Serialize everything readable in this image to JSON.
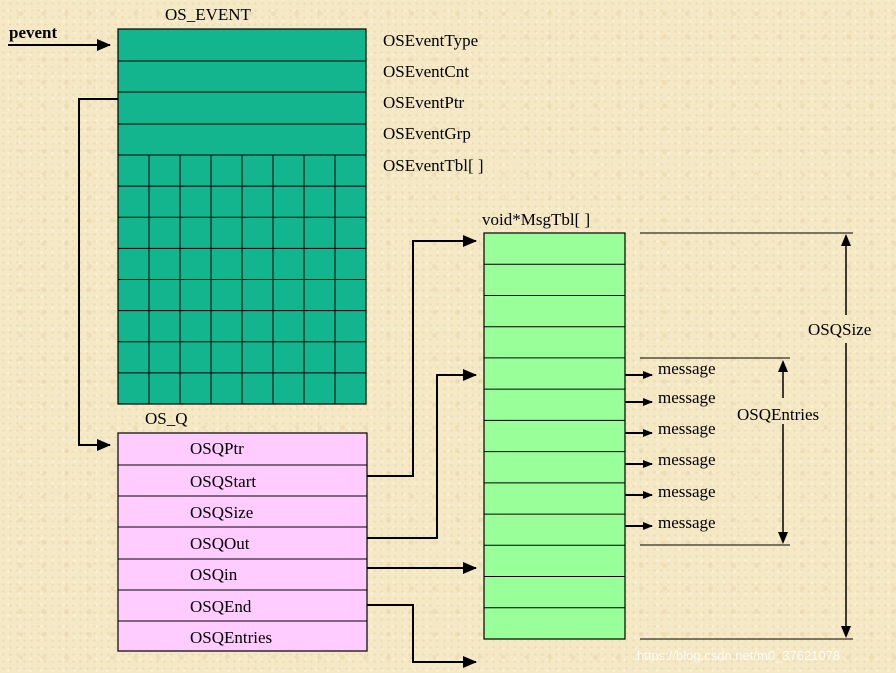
{
  "os_event": {
    "title": "OS_EVENT",
    "pointer_label": "pevent",
    "fields": [
      "OSEventType",
      "OSEventCnt",
      "OSEventPtr",
      "OSEventGrp",
      "OSEventTbl[ ]"
    ]
  },
  "os_q": {
    "title": "OS_Q",
    "fields": [
      "OSQPtr",
      "OSQStart",
      "OSQSize",
      "OSQOut",
      "OSQin",
      "OSQEnd",
      "OSQEntries"
    ]
  },
  "msg_tbl": {
    "title": "void*MsgTbl[ ]",
    "messages": [
      "message",
      "message",
      "message",
      "message",
      "message",
      "message"
    ]
  },
  "annotations": {
    "size_label": "OSQSize",
    "entries_label": "OSQEntries"
  },
  "watermark": "https://blog.csdn.net/m0_37621078",
  "colors": {
    "os_event_fill": "#13b58f",
    "os_q_fill": "#ffccff",
    "msg_tbl_fill": "#99ff99",
    "stroke": "#000000"
  }
}
